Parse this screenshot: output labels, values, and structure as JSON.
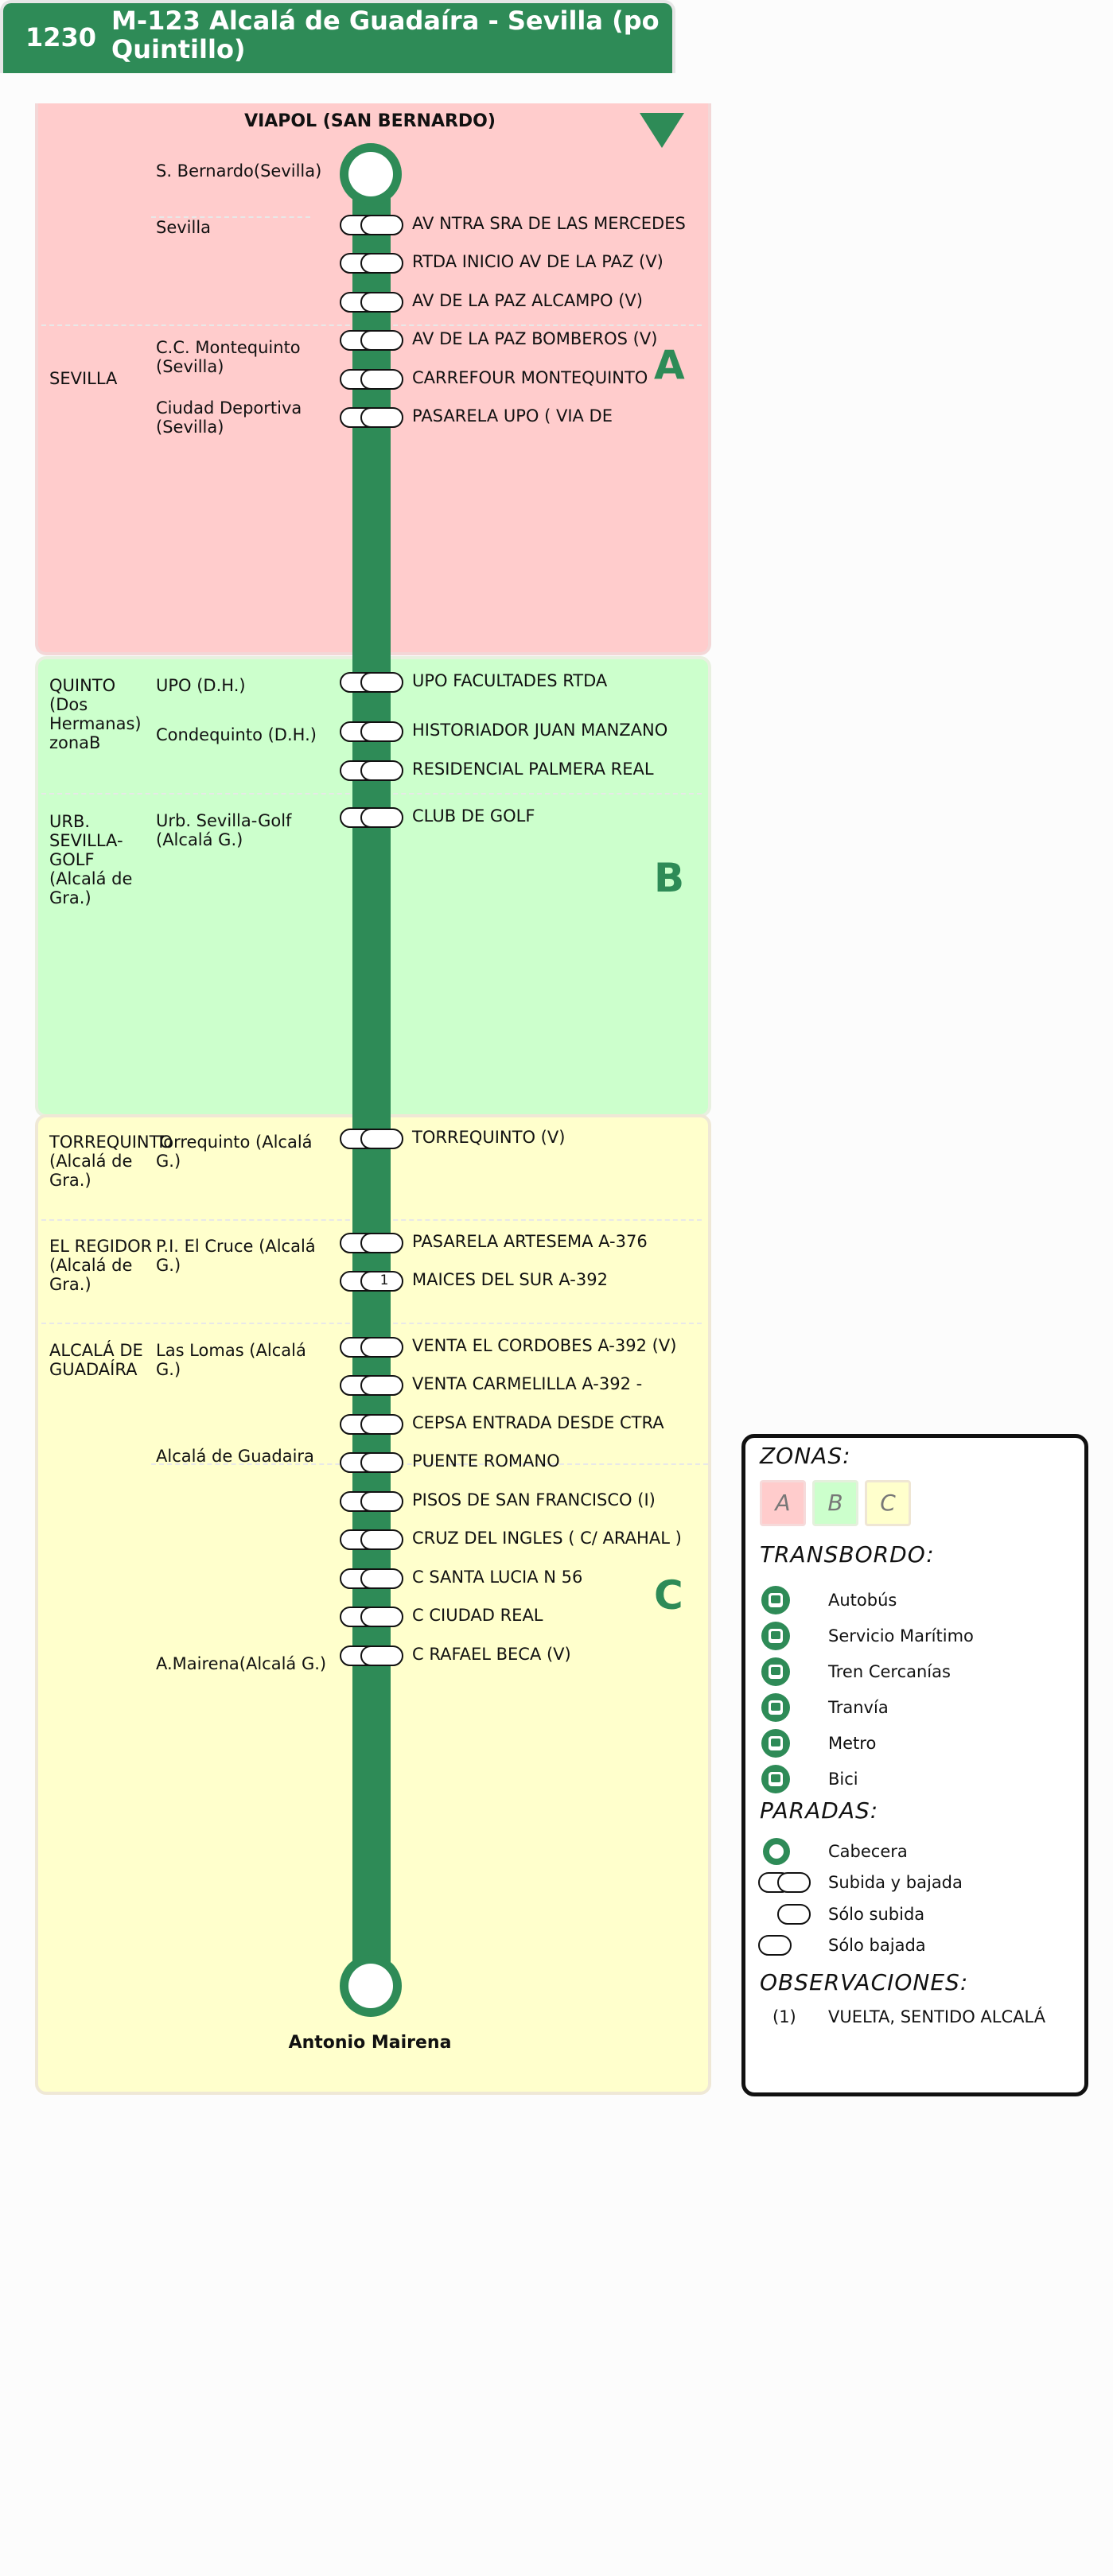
{
  "header": {
    "code": "1230",
    "name_line1": "M-123 Alcalá de Guadaíra - Sevilla (po",
    "name_line2": "Quintillo)"
  },
  "colors": {
    "line": "#2e8b57",
    "zone_a": "#ffcccc",
    "zone_b": "#ccffcc",
    "zone_c": "#ffffcc"
  },
  "direction_icon": "triangle-down-icon",
  "origin": "VIAPOL (SAN BERNARDO)",
  "destination": "Antonio Mairena",
  "zones": {
    "a": "A",
    "b": "B",
    "c": "C"
  },
  "municipalities": [
    {
      "text": "SEVILLA"
    },
    {
      "text": "QUINTO (Dos Hermanas) zonaB"
    },
    {
      "text": "URB. SEVILLA-GOLF (Alcalá de Gra.)"
    },
    {
      "text": "TORREQUINTO (Alcalá de Gra.)"
    },
    {
      "text": "EL REGIDOR (Alcalá de Gra.)"
    },
    {
      "text": "ALCALÁ DE GUADAÍRA"
    }
  ],
  "places": [
    {
      "text": "S. Bernardo(Sevilla)"
    },
    {
      "text": "Sevilla"
    },
    {
      "text": "C.C. Montequinto (Sevilla)"
    },
    {
      "text": "Ciudad Deportiva (Sevilla)"
    },
    {
      "text": "UPO (D.H.)"
    },
    {
      "text": "Condequinto (D.H.)"
    },
    {
      "text": "Urb. Sevilla-Golf (Alcalá G.)"
    },
    {
      "text": "Torrequinto (Alcalá G.)"
    },
    {
      "text": "P.I. El Cruce (Alcalá G.)"
    },
    {
      "text": "Las Lomas (Alcalá G.)"
    },
    {
      "text": "Alcalá de Guadaira"
    },
    {
      "text": "A.Mairena(Alcalá G.)"
    }
  ],
  "stops": [
    {
      "name": "AV NTRA SRA DE LAS MERCEDES"
    },
    {
      "name": "RTDA INICIO AV DE LA PAZ (V)"
    },
    {
      "name": "AV DE LA PAZ ALCAMPO (V)"
    },
    {
      "name": "AV DE LA PAZ BOMBEROS (V)"
    },
    {
      "name": "CARREFOUR MONTEQUINTO"
    },
    {
      "name": "PASARELA UPO ( VIA DE"
    },
    {
      "name": "UPO FACULTADES RTDA"
    },
    {
      "name": "HISTORIADOR JUAN MANZANO"
    },
    {
      "name": "RESIDENCIAL PALMERA REAL"
    },
    {
      "name": "CLUB DE GOLF"
    },
    {
      "name": "TORREQUINTO (V)"
    },
    {
      "name": "PASARELA ARTESEMA A-376"
    },
    {
      "name": "MAICES DEL SUR A-392",
      "note": "1"
    },
    {
      "name": "VENTA EL CORDOBES A-392 (V)"
    },
    {
      "name": "VENTA CARMELILLA A-392 -"
    },
    {
      "name": "CEPSA ENTRADA DESDE CTRA"
    },
    {
      "name": "PUENTE ROMANO"
    },
    {
      "name": "PISOS DE SAN FRANCISCO (I)"
    },
    {
      "name": "CRUZ DEL INGLES ( C/ ARAHAL )"
    },
    {
      "name": "C SANTA LUCIA N 56"
    },
    {
      "name": "C CIUDAD REAL"
    },
    {
      "name": "C RAFAEL BECA (V)"
    }
  ],
  "legend": {
    "zonas_title": "ZONAS:",
    "zone_chips": [
      "A",
      "B",
      "C"
    ],
    "transbordo_title": "TRANSBORDO:",
    "transbordo": [
      {
        "icon": "bus-icon",
        "label": "Autobús"
      },
      {
        "icon": "ferry-icon",
        "label": "Servicio Marítimo"
      },
      {
        "icon": "train-icon",
        "label": "Tren Cercanías"
      },
      {
        "icon": "tram-icon",
        "label": "Tranvía"
      },
      {
        "icon": "metro-icon",
        "label": "Metro"
      },
      {
        "icon": "bike-icon",
        "label": "Bici"
      }
    ],
    "paradas_title": "PARADAS:",
    "paradas": [
      {
        "label": "Cabecera"
      },
      {
        "label": "Subida y bajada"
      },
      {
        "label": "Sólo subida"
      },
      {
        "label": "Sólo bajada"
      }
    ],
    "obs_title": "OBSERVACIONES:",
    "obs": [
      {
        "num": "(1)",
        "text": "VUELTA, SENTIDO ALCALÁ"
      }
    ]
  }
}
